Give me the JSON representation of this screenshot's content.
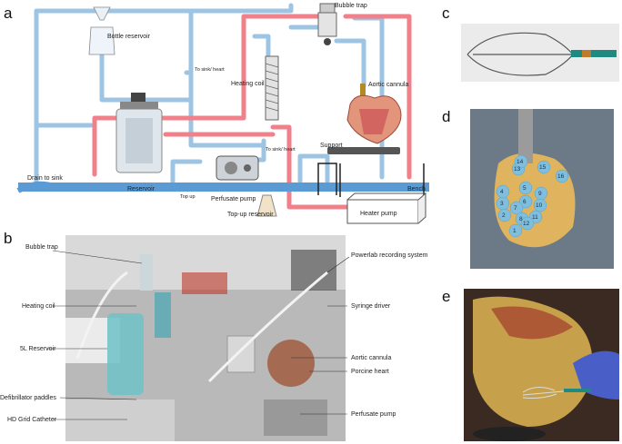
{
  "panels": {
    "a": {
      "letter": "a",
      "labels": {
        "bottle_reservoir": "Bottle reservoir",
        "bubble_trap": "Bubble trap",
        "heating_coil": "Heating coil",
        "aortic_cannula": "Aortic cannula",
        "to_sink_heart_1": "To sink/ heart",
        "to_sink_heart_2": "To sink/ heart",
        "support": "Support",
        "drain_to_sink": "Drain to sink",
        "reservoir": "Reservoir",
        "top_up": "Top up",
        "perfusate_pump": "Perfusate pump",
        "bench": "Bench",
        "top_up_reservoir": "Top-up reservoir",
        "heater_pump": "Heater pump"
      }
    },
    "b": {
      "letter": "b",
      "labels": {
        "bubble_trap": "Bubble trap",
        "heating_coil": "Heating coil",
        "reservoir_5l": "5L Reservoir",
        "defib_paddles": "Defibrillator paddles",
        "hd_grid": "HD Grid Catheter",
        "powerlab": "Powerlab recording system",
        "syringe_driver": "Syringe driver",
        "aortic_cannula": "Aortic cannula",
        "porcine_heart": "Porcine heart",
        "perfusate_pump": "Perfusate pump"
      }
    },
    "c": {
      "letter": "c"
    },
    "d": {
      "letter": "d",
      "grid_numbers": [
        "1",
        "2",
        "3",
        "4",
        "5",
        "6",
        "7",
        "8",
        "9",
        "10",
        "11",
        "12",
        "13",
        "14",
        "15",
        "16"
      ]
    },
    "e": {
      "letter": "e"
    }
  },
  "colors": {
    "blue_tube": "#9ec4e4",
    "red_tube": "#f0808a",
    "bench": "#5b9bd5"
  }
}
